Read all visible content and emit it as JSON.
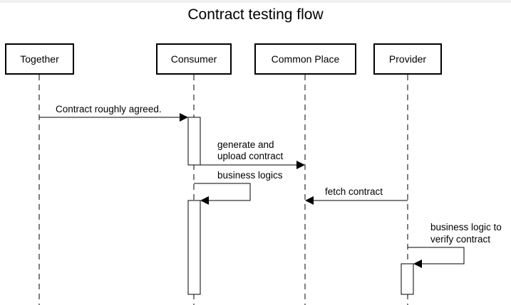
{
  "title": "Contract testing flow",
  "participants": [
    {
      "id": "together",
      "label": "Together"
    },
    {
      "id": "consumer",
      "label": "Consumer"
    },
    {
      "id": "common",
      "label": "Common Place"
    },
    {
      "id": "provider",
      "label": "Provider"
    }
  ],
  "messages": [
    {
      "from": "together",
      "to": "consumer",
      "lines": [
        "Contract roughly agreed."
      ]
    },
    {
      "from": "consumer",
      "to": "common",
      "lines": [
        "generate and",
        "upload contract"
      ]
    },
    {
      "from": "consumer",
      "to": "consumer",
      "self": true,
      "lines": [
        "business logics"
      ]
    },
    {
      "from": "provider",
      "to": "common",
      "lines": [
        "fetch contract"
      ]
    },
    {
      "from": "provider",
      "to": "provider",
      "self": true,
      "lines": [
        "business logic to",
        "verify contract"
      ]
    }
  ]
}
